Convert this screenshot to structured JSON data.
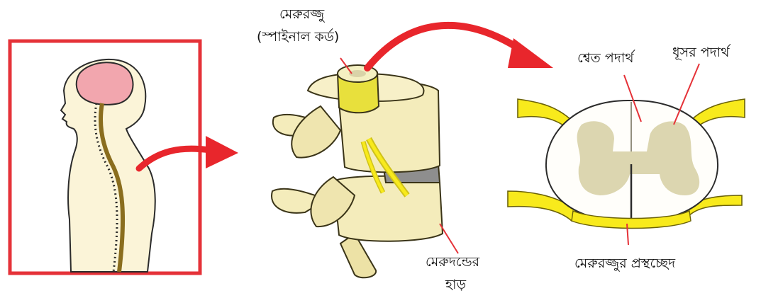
{
  "labels": {
    "spinal_cord": "মেরুরজ্জু",
    "spinal_cord_en": "(স্পাইনাল কর্ড)",
    "white_matter": "শ্বেত পদার্থ",
    "grey_matter": "ধূসর পদার্থ",
    "vertebra_line1": "মেরুদন্ডের",
    "vertebra_line2": "হাড়",
    "cross_section": "মেরুরজ্জুর প্রস্থচ্ছেদ"
  },
  "colors": {
    "frame": "#e53238",
    "arrow": "#e8262c",
    "body_fill": "#fbf4d8",
    "brain": "#f2a6ae",
    "bone": "#f4ecbb",
    "cord": "#e8e03c",
    "grey_matter": "#dcd6b0",
    "nerve_root": "#f8ea1c",
    "disc": "#8e8e8e"
  }
}
